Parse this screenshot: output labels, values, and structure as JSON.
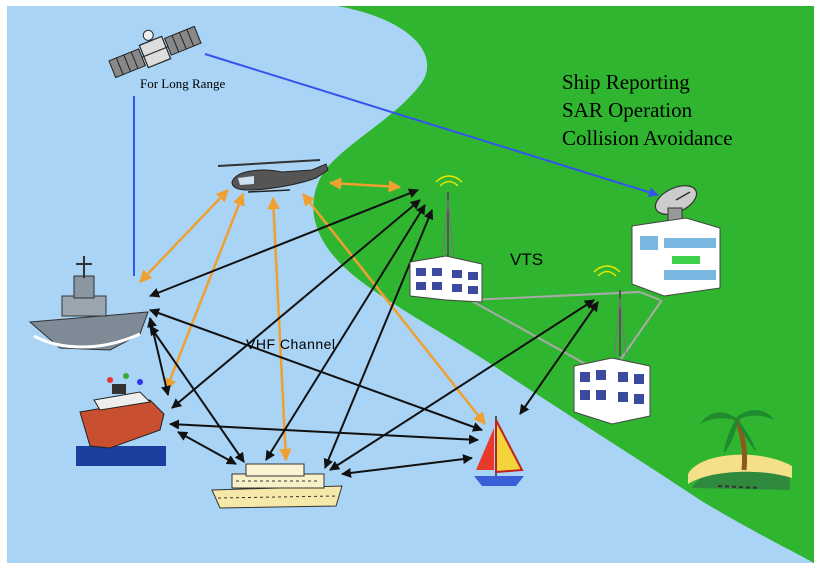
{
  "labels": {
    "satellite": "For  Long Range",
    "vts": "VTS",
    "vhf": "VHF  Channel"
  },
  "services": [
    "Ship Reporting",
    "SAR Operation",
    "Collision Avoidance"
  ],
  "icons": {
    "satellite": "satellite-icon",
    "helicopter": "helicopter-icon",
    "warship": "warship-icon",
    "cruise_ship": "cruise-ship-icon",
    "ferry": "ferry-icon",
    "sailboat": "sailboat-icon",
    "vts_station_1": "vts-building-icon",
    "vts_station_2": "vts-building-icon",
    "shore_station": "radar-station-icon",
    "island": "palm-island-icon"
  },
  "colors": {
    "sea": "#a9d4f5",
    "land": "#2fb52f",
    "satellite_link": "#3355ee",
    "helicopter_link": "#f0a030",
    "vhf_link": "#111111",
    "shore_link": "#aaaaaa"
  }
}
